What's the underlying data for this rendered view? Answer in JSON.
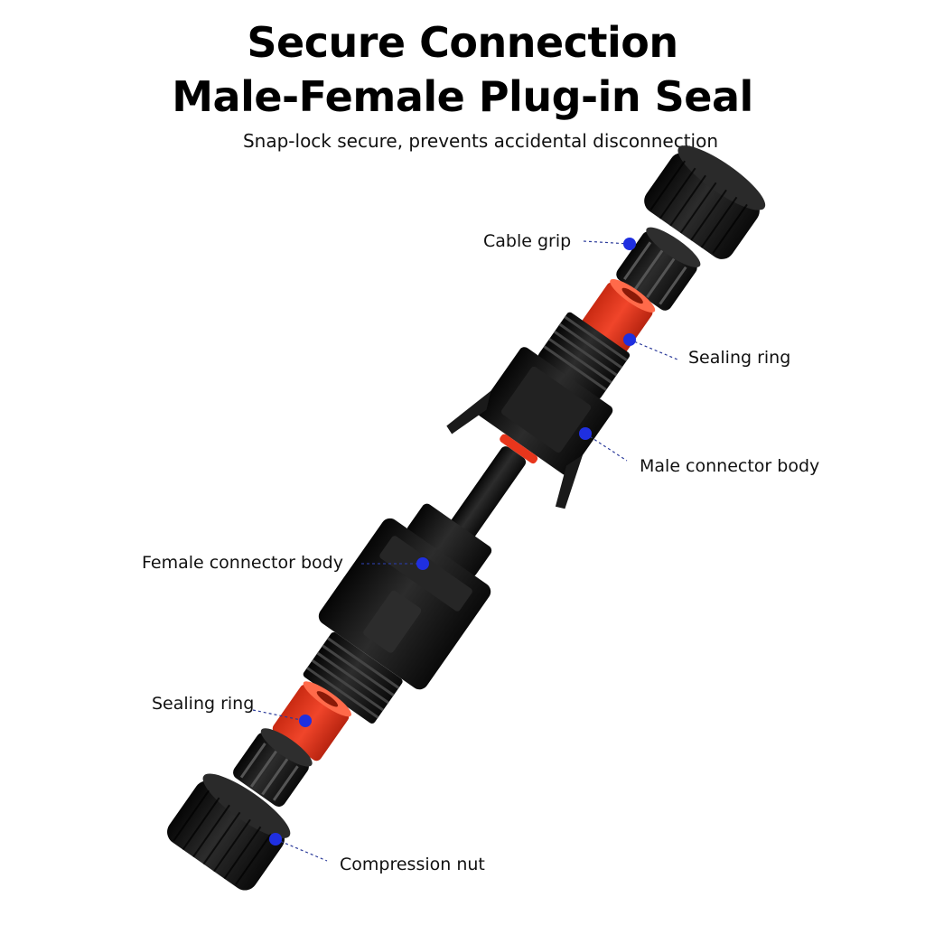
{
  "title": {
    "line1": "Secure Connection",
    "line2": "Male-Female Plug-in Seal"
  },
  "subtitle": "Snap-lock secure, prevents accidental disconnection",
  "labels": {
    "cable_grip": "Cable grip",
    "sealing_ring_top": "Sealing ring",
    "male_connector_body": "Male connector body",
    "female_connector_body": "Female connector body",
    "sealing_ring_bottom": "Sealing ring",
    "compression_nut": "Compression nut"
  },
  "colors": {
    "plastic": "#141414",
    "plastic_highlight": "#3a3a3a",
    "seal": "#e8361c",
    "marker": "#1f2fe0",
    "leader": "#2a3a9a"
  }
}
